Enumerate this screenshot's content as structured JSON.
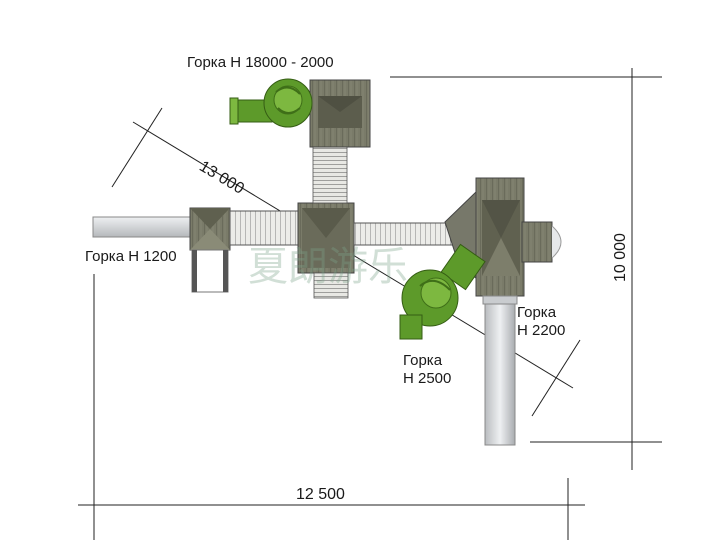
{
  "labels": {
    "slide_top": "Горка Н 18000 - 2000",
    "slide_left": "Горка Н 1200",
    "slide_right_line1": "Горка",
    "slide_right_line2": "Н 2200",
    "slide_mid_line1": "Горка",
    "slide_mid_line2": "Н 2500"
  },
  "dimensions": {
    "diagonal": "13 000",
    "width": "12 500",
    "height": "10 000"
  },
  "watermark": "夏朗游乐",
  "colors": {
    "wood": "#6f705f",
    "wood_dark": "#4f5044",
    "slide_green": "#5d9a2a",
    "slide_green_dark": "#3f6f18",
    "steel": "#d4d6d8",
    "line": "#222222"
  }
}
